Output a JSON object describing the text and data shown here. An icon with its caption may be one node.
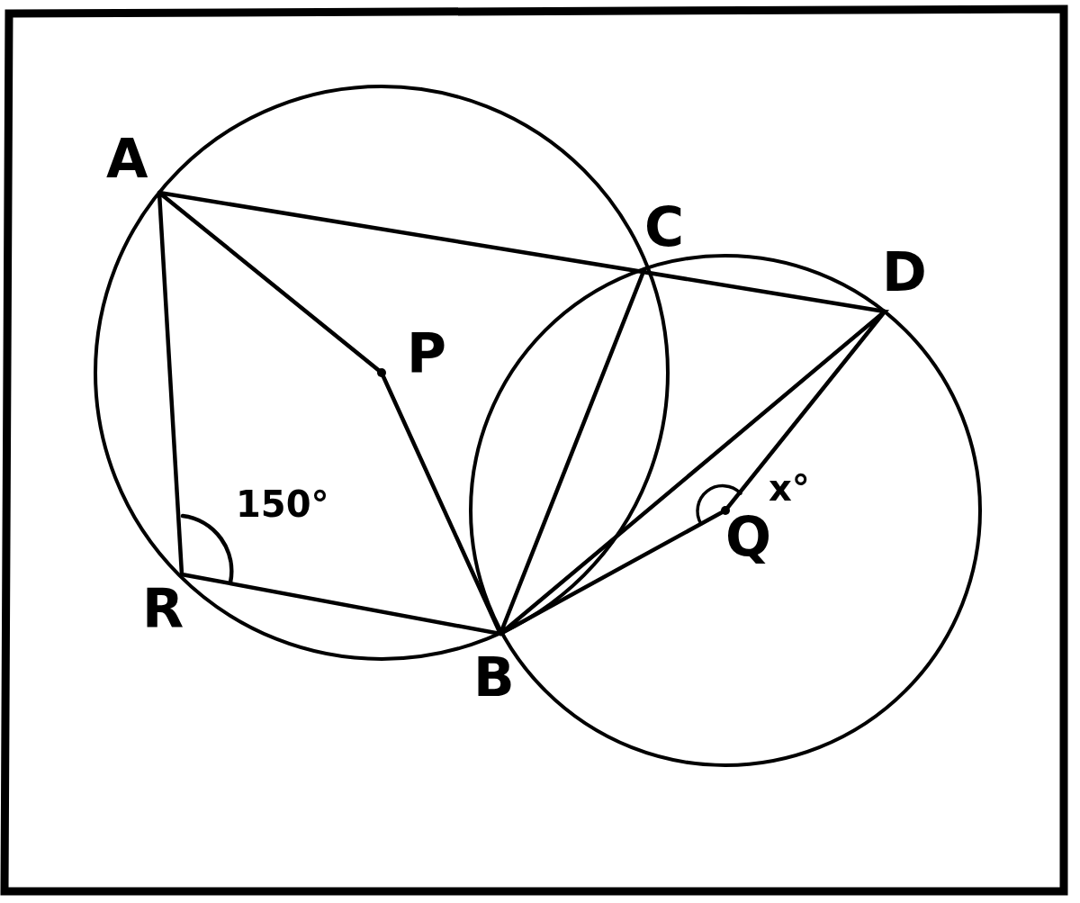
{
  "diagram": {
    "labels": [
      "A",
      "C",
      "D",
      "P",
      "150°",
      "x°",
      "Q",
      "R",
      "B"
    ]
  }
}
